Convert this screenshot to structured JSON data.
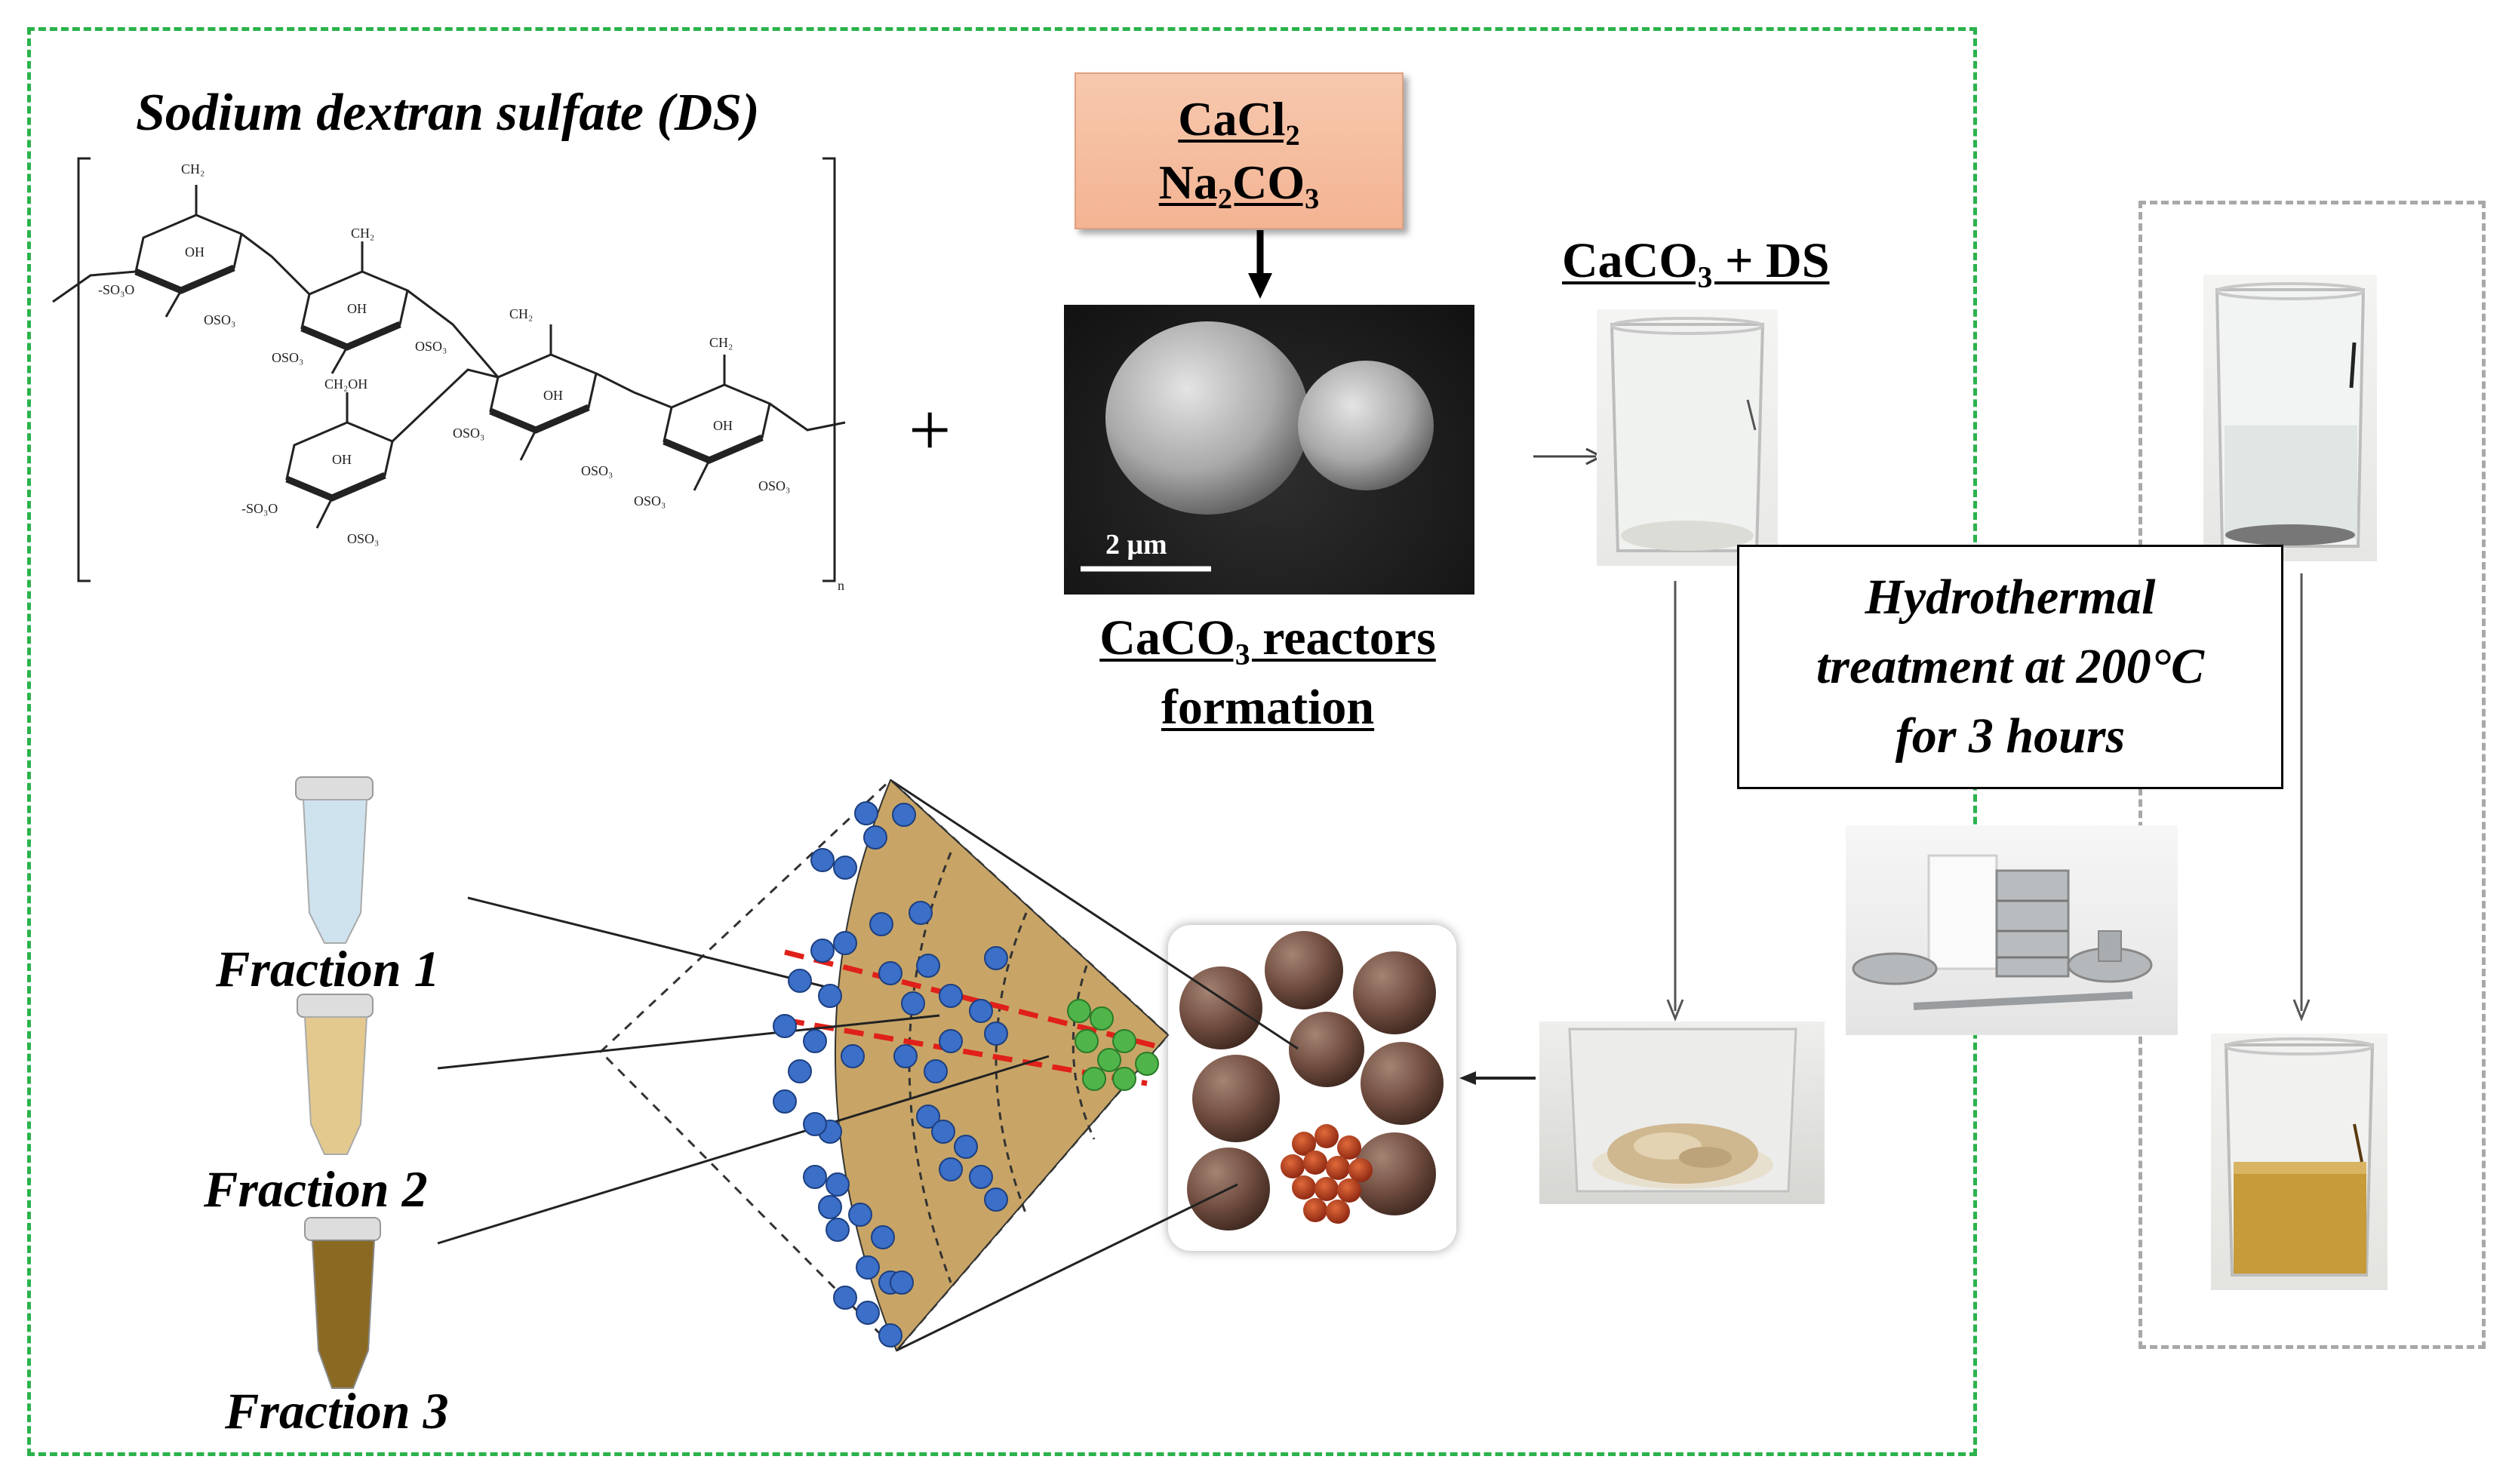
{
  "title": "Sodium dextran sulfate (DS)",
  "reagents": {
    "line1": "CaCl₂",
    "line2": "Na₂CO₃"
  },
  "sem_scale": "2 μm",
  "reactor_caption": {
    "line1": "CaCO₃ reactors",
    "line2": "formation"
  },
  "mixture_label": "CaCO₃ + DS",
  "plus_sign": "+",
  "hydrothermal": {
    "line1": "Hydrothermal",
    "line2": "treatment at 200°C",
    "line3": "for 3 hours"
  },
  "fractions": [
    "Fraction 1",
    "Fraction 2",
    "Fraction 3"
  ],
  "chem": {
    "labels": [
      "CH₂",
      "OH",
      "-SO₃O",
      "OSO₃",
      "CH₂",
      "OH",
      "OSO₃",
      "OSO₃",
      "CH₂",
      "CH₂OH",
      "OH",
      "OSO₃",
      "-SO₃O",
      "OSO₃",
      "OH",
      "OSO₃",
      "CH₂",
      "OH",
      "OSO₃",
      "OSO₃",
      "n"
    ]
  },
  "colors": {
    "green_frame": "#2bb24c",
    "grey_frame": "#a8a8a8",
    "reagent_fill": "#f5bd9e",
    "fan_fill": "#c8a566",
    "blue_particle": "#3b6fc8",
    "green_particle": "#4fb44a",
    "red_line": "#e0201a",
    "tube_fractions": [
      "#cfe3ee",
      "#e3c98e",
      "#8a6a22"
    ]
  }
}
